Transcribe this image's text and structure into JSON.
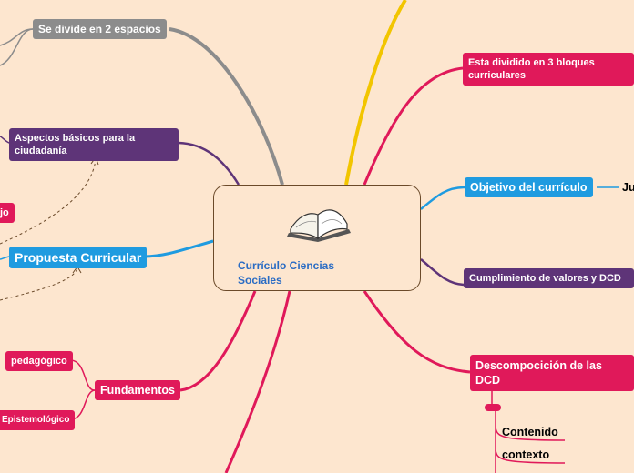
{
  "central": {
    "title": "Currículo Ciencias Sociales",
    "icon": "open-book-icon"
  },
  "left": {
    "divide": "Se divide en 2 espacios",
    "aspectos": "Aspectos básicos para la ciudadanía",
    "jo": "jo",
    "propuesta": "Propuesta Curricular",
    "fundamentos": "Fundamentos",
    "pedagogico": "pedagógico",
    "epistemologico": "Epistemológico"
  },
  "right": {
    "bloques": "Esta dividido en 3 bloques curriculares",
    "objetivo": "Objetivo del currículo",
    "ju": "Ju",
    "cumplimiento": "Cumplimiento de valores y DCD",
    "descomposicion": "Descompocición de las DCD",
    "contenido": "Contenido",
    "contexto": "contexto"
  },
  "colors": {
    "background": "#fde6cf",
    "gray": "#8c8c8c",
    "purple": "#5e3478",
    "pink": "#e0195a",
    "blue": "#1f9be0",
    "yellow": "#f2c500"
  }
}
